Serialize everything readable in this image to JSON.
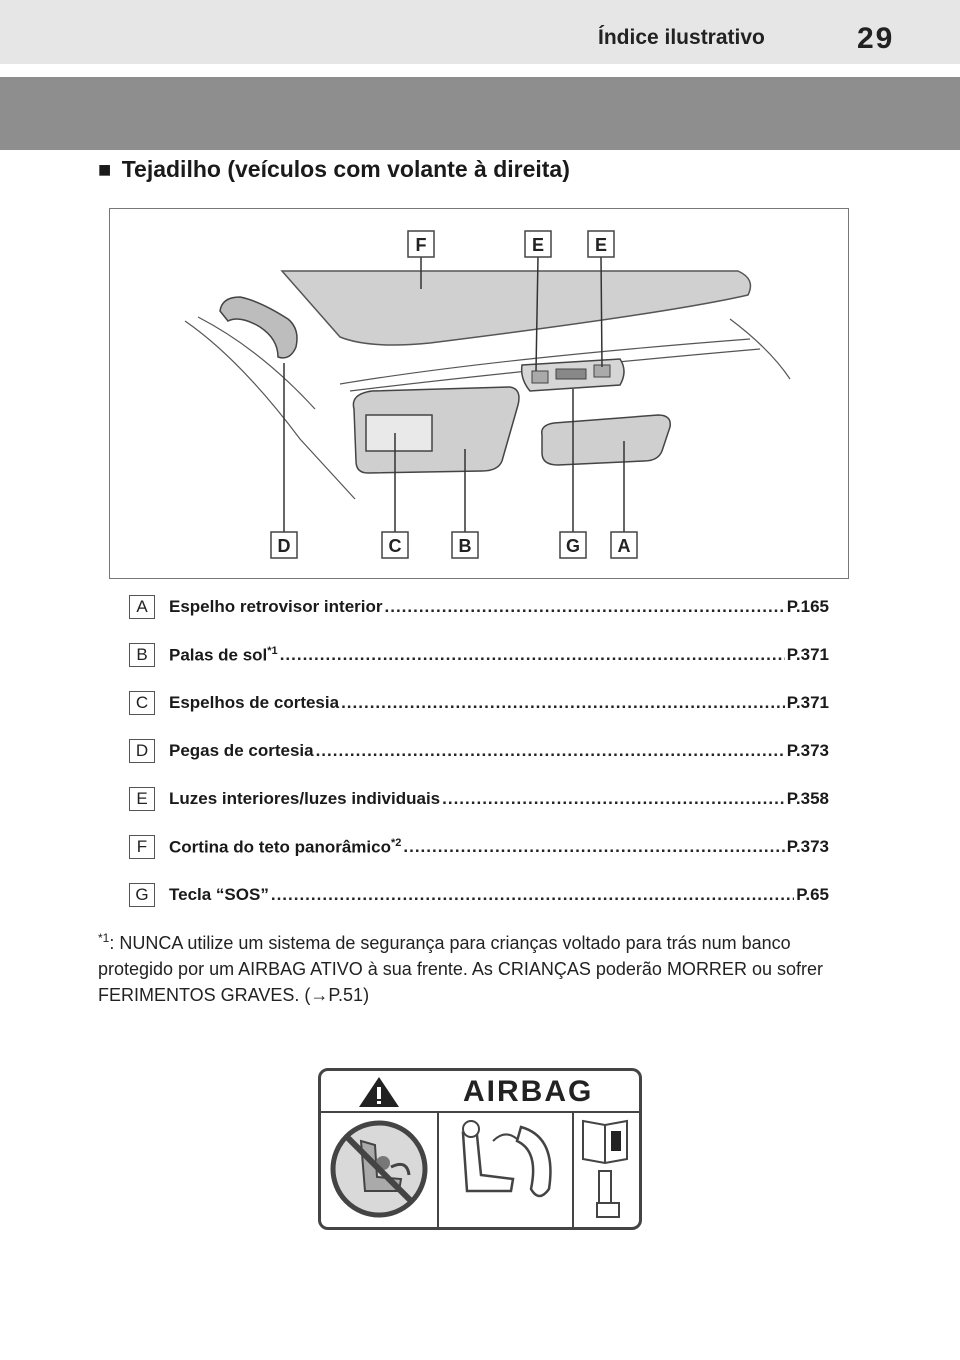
{
  "header": {
    "section_title": "Índice ilustrativo",
    "page_number": "29"
  },
  "subheading": {
    "bullet": "■",
    "text": "Tejadilho (veículos com volante à direita)"
  },
  "figure": {
    "callouts": [
      "F",
      "E",
      "E",
      "D",
      "C",
      "B",
      "G",
      "A"
    ]
  },
  "legend": [
    {
      "letter": "A",
      "label": "Espelho retrovisor interior",
      "sup": "",
      "ref": "P.165"
    },
    {
      "letter": "B",
      "label": "Palas de sol",
      "sup": "*1",
      "ref": "P.371"
    },
    {
      "letter": "C",
      "label": "Espelhos de cortesia",
      "sup": "",
      "ref": "P.371"
    },
    {
      "letter": "D",
      "label": "Pegas de cortesia",
      "sup": "",
      "ref": "P.373"
    },
    {
      "letter": "E",
      "label": "Luzes interiores/luzes individuais",
      "sup": "",
      "ref": "P.358"
    },
    {
      "letter": "F",
      "label": "Cortina do teto panorâmico",
      "sup": "*2",
      "ref": "P.373"
    },
    {
      "letter": "G",
      "label": "Tecla “SOS”",
      "sup": "",
      "ref": "P.65"
    }
  ],
  "footnote": {
    "mark": "*1",
    "text": ": NUNCA utilize um sistema de segurança para crianças voltado para trás num banco protegido por um AIRBAG ATIVO à sua frente. As CRIANÇAS poderão MORRER ou sofrer FERIMENTOS GRAVES. (→P.51)"
  },
  "airbag_label": {
    "word": "AIRBAG"
  },
  "dots": "........................................................................................................................................................"
}
